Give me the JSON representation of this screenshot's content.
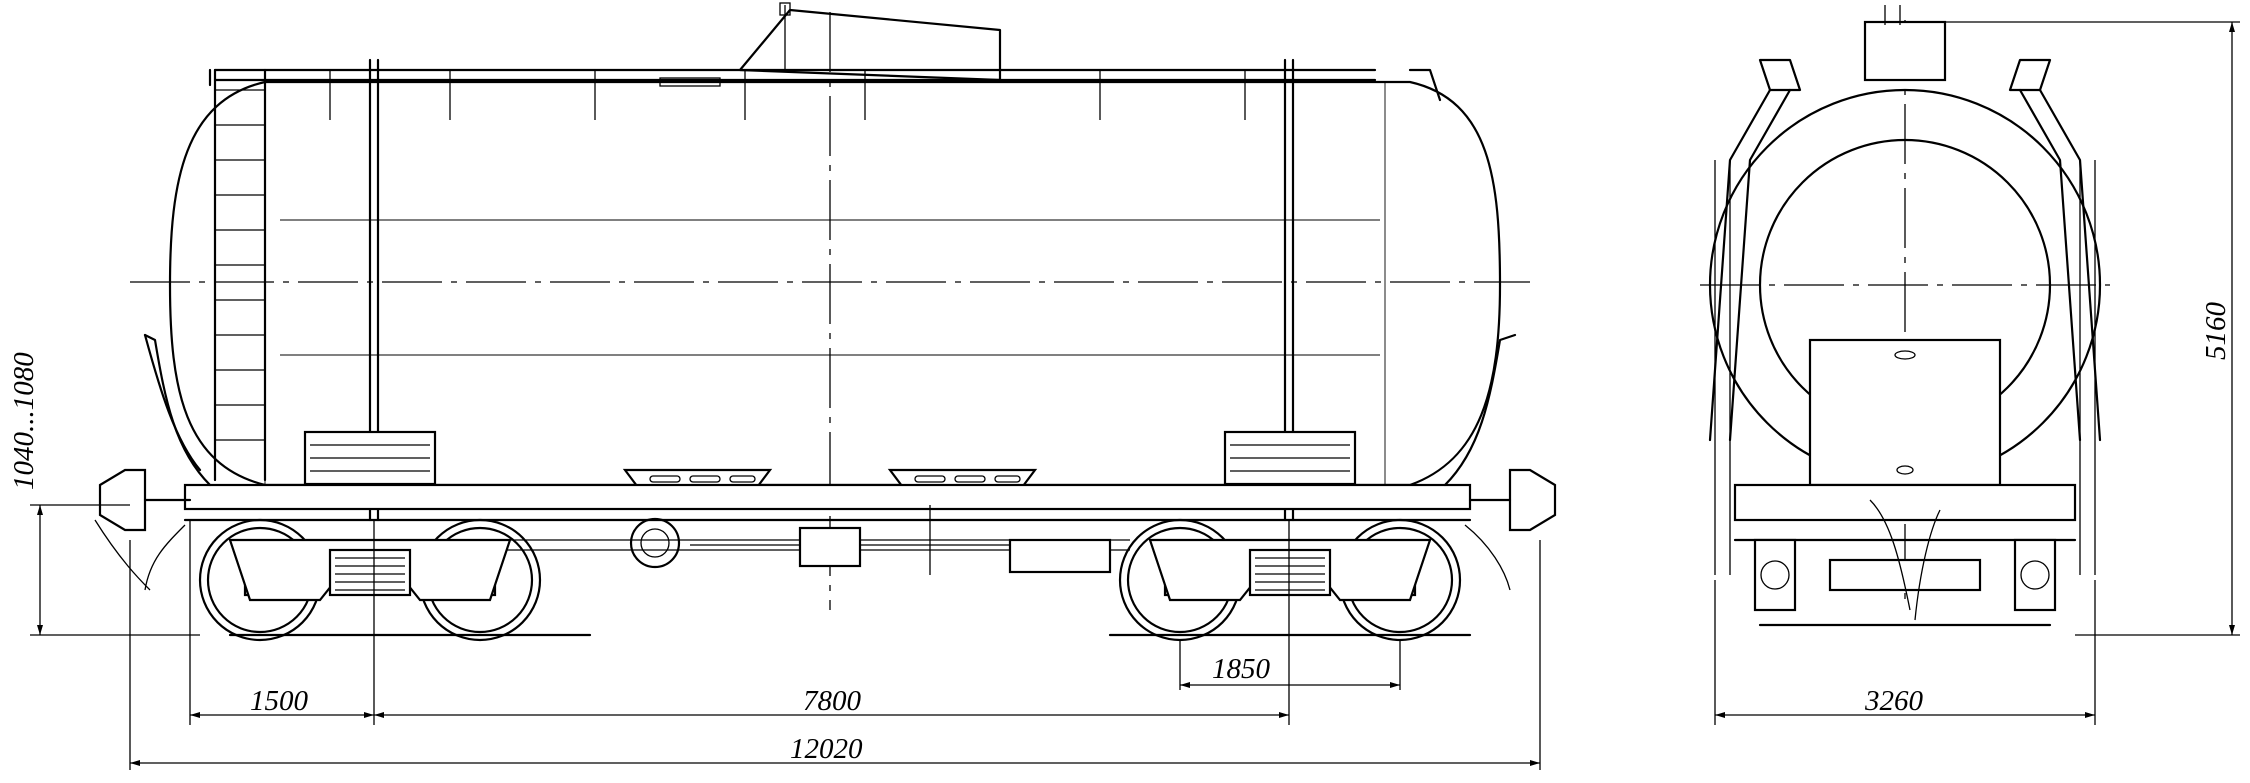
{
  "drawing": {
    "side_view": {
      "dims": {
        "coupler_height": "1040...1080",
        "end_to_bogie_pivot": "1500",
        "bogie_centers": "7800",
        "bogie_wheelbase": "1850",
        "length_over_couplers": "12020"
      }
    },
    "end_view": {
      "dims": {
        "height": "5160",
        "width": "3260"
      }
    }
  }
}
